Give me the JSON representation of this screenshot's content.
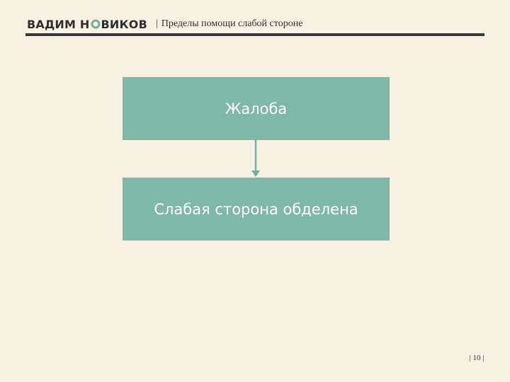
{
  "header": {
    "logo_left": "ВАДИМ Н",
    "logo_right": "ВИКОВ",
    "separator": "|",
    "subtitle": "Пределы помощи слабой стороне"
  },
  "diagram": {
    "nodes": [
      {
        "label": "Жалоба"
      },
      {
        "label": "Слабая сторона обделена"
      }
    ],
    "edges": [
      {
        "from": 0,
        "to": 1
      }
    ]
  },
  "footer": {
    "page_number": "| 10 |"
  },
  "colors": {
    "background": "#f6f1e1",
    "box_fill": "#7db8a8",
    "arrow": "#6fb0a0",
    "text_dark": "#2f2f2f",
    "logo_o_ring": "#6fb0a0"
  }
}
